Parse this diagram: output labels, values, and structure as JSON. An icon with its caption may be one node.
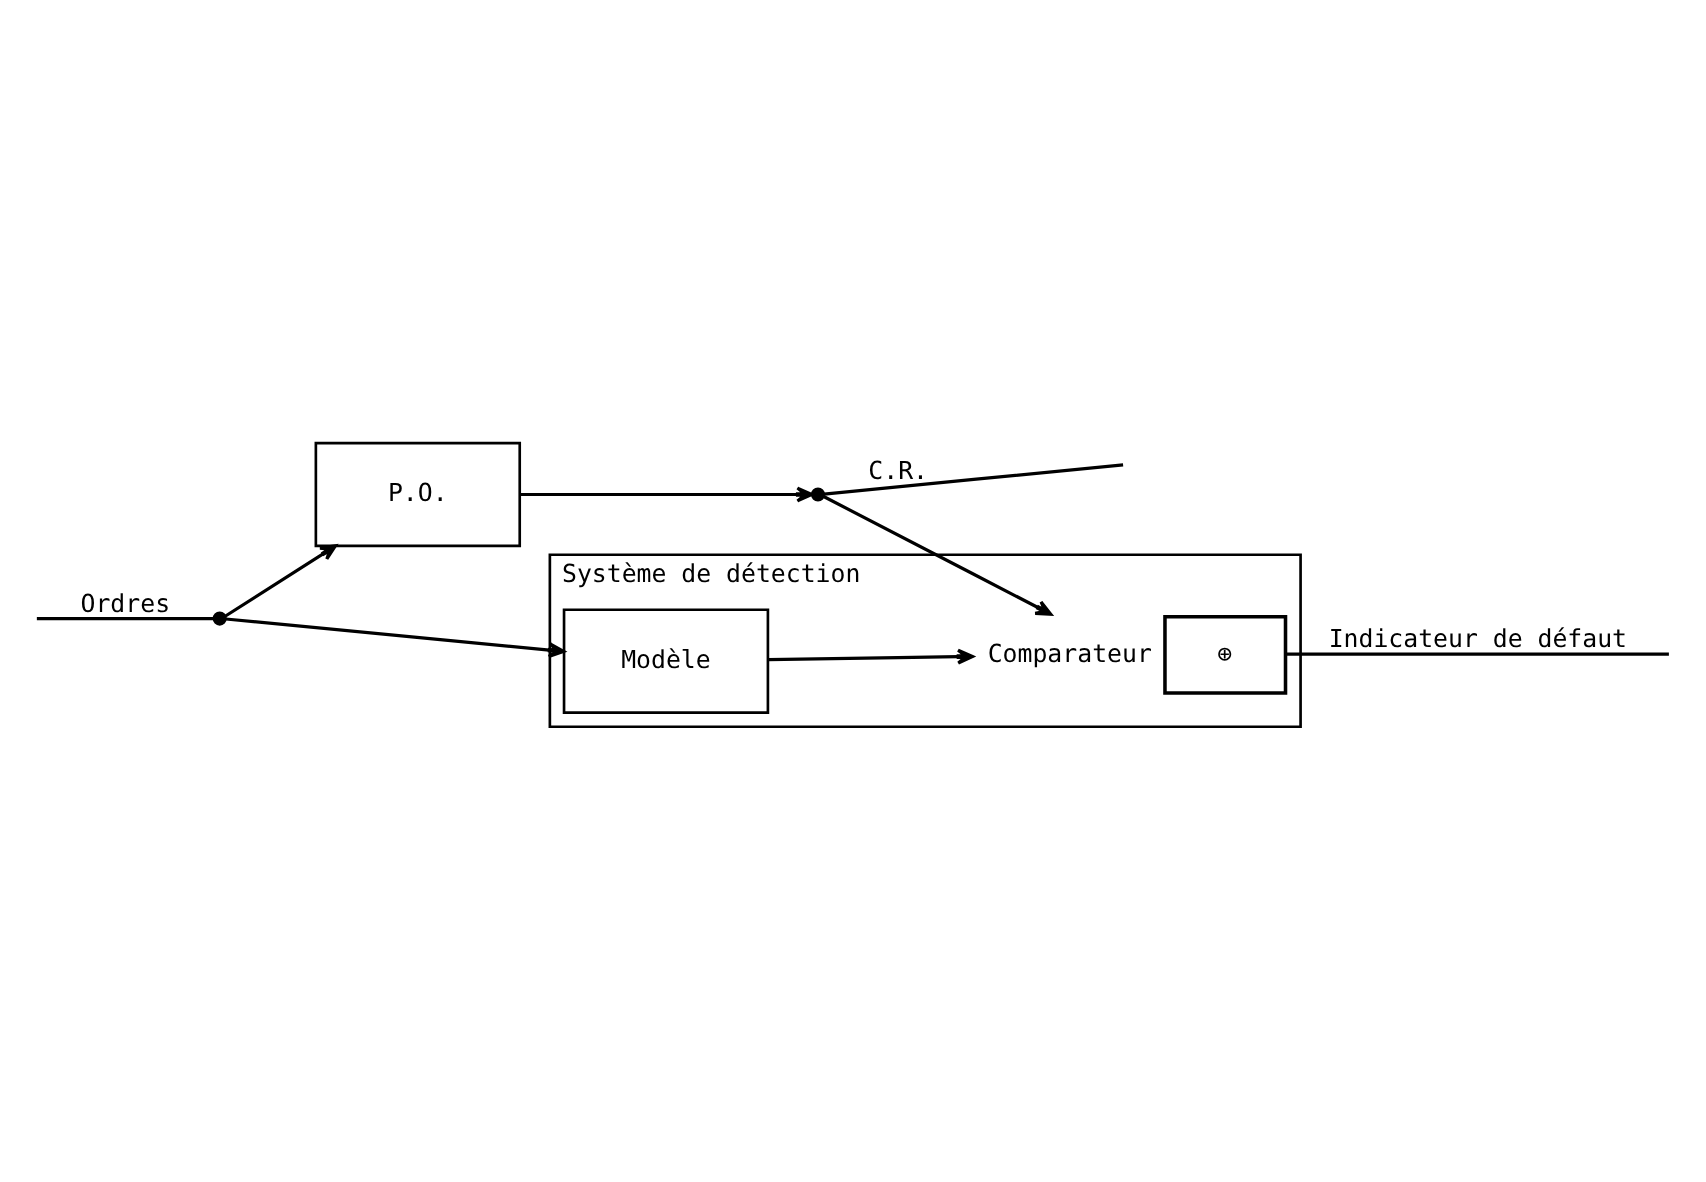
{
  "diagram": {
    "nodes": [
      {
        "text": [],
        "shape": "dot"
      },
      {
        "text": [
          "P.O."
        ]
      },
      {
        "text": [],
        "shape": "dot"
      },
      {
        "text": [
          "Système de détection"
        ]
      },
      {
        "text": [
          "Modèle"
        ],
        "in": 3
      },
      {
        "text": [
          "⊕"
        ],
        "beside": [
          "Comparateur"
        ],
        "in": 3
      }
    ],
    "edges": [
      {
        "from": null,
        "to": 0,
        "arrow": "none",
        "label": "Ordres"
      },
      {
        "from": 0,
        "to": 1,
        "arrow": "to"
      },
      {
        "from": 1,
        "to": 2,
        "arrow": "to"
      },
      {
        "from": 2,
        "to": null,
        "arrow": "none",
        "label": "C.R."
      },
      {
        "from": 0,
        "to": 4,
        "arrow": "to"
      },
      {
        "from": 2,
        "to": 5,
        "arrow": "to"
      },
      {
        "from": 4,
        "to": 5,
        "arrow": "to"
      },
      {
        "from": 5,
        "to": null,
        "arrow": "none",
        "label": "Indicateur de défaut"
      }
    ]
  }
}
